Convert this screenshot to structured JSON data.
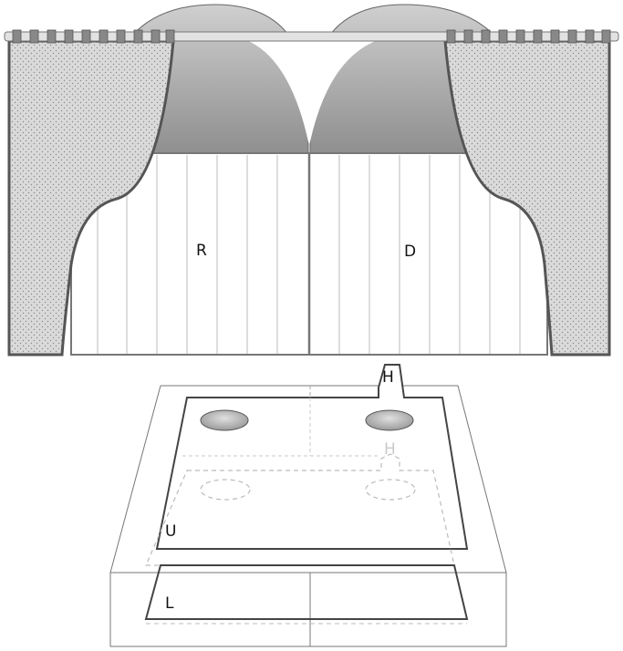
{
  "figure": {
    "labels": {
      "right_panel": "R",
      "left_panel": "D",
      "handle": "H",
      "handle_shadow": "H",
      "upper_sheet": "U",
      "lower_sheet": "L"
    },
    "colors": {
      "curtain_fill": "#d9d9d9",
      "curtain_stroke": "#555555",
      "dome_top": "#c8c8c8",
      "dome_bottom": "#9a9a9a",
      "rod": "#dcdcdc",
      "ellipse": "#bdbdbd"
    }
  }
}
